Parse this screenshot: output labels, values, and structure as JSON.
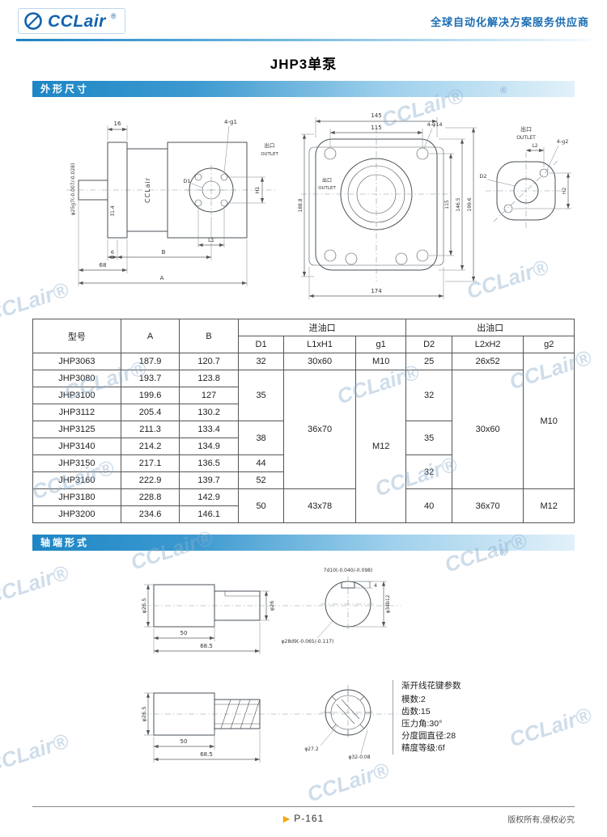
{
  "header": {
    "logo_text": "CCLair",
    "logo_reg": "®",
    "tagline": "全球自动化解决方案服务供应商"
  },
  "page_title": "JHP3单泵",
  "section_outline": "外形尺寸",
  "section_shaft": "轴端形式",
  "watermark": "CCLair®",
  "reg_mark": "®",
  "drawings": {
    "outline": {
      "side": {
        "dim_16": "16",
        "label_4g1": "4-g1",
        "shaft_dia": "φ25g7(-0.007/-0.028)",
        "dim_31_4": "31.4",
        "dim_6": "6",
        "dim_B": "B",
        "dim_68": "68",
        "dim_A": "A",
        "label_D1": "D1",
        "dim_H1": "H1",
        "dim_L1": "L1",
        "outlet_cn": "出口",
        "outlet_en": "OUTLET",
        "brand": "CCLair"
      },
      "front": {
        "dim_145": "145",
        "dim_115_top": "115",
        "label_4phi14": "4-φ14",
        "dim_115_right": "115",
        "dim_146_5": "146.5",
        "dim_199_6": "199.6",
        "dim_188_8": "188.8",
        "dim_174": "174",
        "outlet_cn": "出口",
        "outlet_en": "OUTLET"
      },
      "flange": {
        "outlet_cn": "出口",
        "outlet_en": "OUTLET",
        "dim_L2": "L2",
        "label_4g2": "4-g2",
        "label_D2": "D2",
        "dim_H2": "H2"
      }
    },
    "shaft": {
      "key": {
        "dim_50": "50",
        "dim_68_5": "68.5",
        "dia_26_5": "φ26.5",
        "dia_26": "φ26",
        "key_width": "7d10(-0.040/-0.098)",
        "key_height": "4",
        "dia_34": "φ34b12",
        "dia_28": "φ28d9(-0.065/-0.117)"
      },
      "spline": {
        "dim_50": "50",
        "dim_68_5": "68.5",
        "dia_26_5": "φ26.5",
        "dia_27_2": "φ27.2",
        "dia_32": "φ32-0.08"
      }
    }
  },
  "spline_params": {
    "title": "渐开线花键参数",
    "items": [
      "模数:2",
      "齿数:15",
      "压力角:30°",
      "分度圆直径:28",
      "精度等级:6f"
    ]
  },
  "table": {
    "col_model": "型号",
    "col_A": "A",
    "col_B": "B",
    "group_inlet": "进油口",
    "group_outlet": "出油口",
    "col_D1": "D1",
    "col_L1H1": "L1xH1",
    "col_g1": "g1",
    "col_D2": "D2",
    "col_L2H2": "L2xH2",
    "col_g2": "g2",
    "rows": [
      {
        "model": "JHP3063",
        "A": "187.9",
        "B": "120.7",
        "D1": "32",
        "L1H1": "30x60",
        "g1": "M10",
        "D2": "25",
        "L2H2": "26x52",
        "g2": "M10"
      },
      {
        "model": "JHP3080",
        "A": "193.7",
        "B": "123.8",
        "D1": "35",
        "L1H1": "36x70",
        "g1": "M12",
        "D2": "32",
        "L2H2": "30x60"
      },
      {
        "model": "JHP3100",
        "A": "199.6",
        "B": "127"
      },
      {
        "model": "JHP3112",
        "A": "205.4",
        "B": "130.2"
      },
      {
        "model": "JHP3125",
        "A": "211.3",
        "B": "133.4",
        "D1": "38",
        "D2": "35"
      },
      {
        "model": "JHP3140",
        "A": "214.2",
        "B": "134.9"
      },
      {
        "model": "JHP3150",
        "A": "217.1",
        "B": "136.5",
        "D1": "44",
        "D2": "32"
      },
      {
        "model": "JHP3160",
        "A": "222.9",
        "B": "139.7",
        "D1": "52"
      },
      {
        "model": "JHP3180",
        "A": "228.8",
        "B": "142.9",
        "D1": "50",
        "L1H1": "43x78",
        "D2": "40",
        "L2H2": "36x70",
        "g2": "M12"
      },
      {
        "model": "JHP3200",
        "A": "234.6",
        "B": "146.1"
      }
    ]
  },
  "footer": {
    "arrow": "▶",
    "page_marker": "P-161",
    "copyright": "版权所有,侵权必究"
  }
}
